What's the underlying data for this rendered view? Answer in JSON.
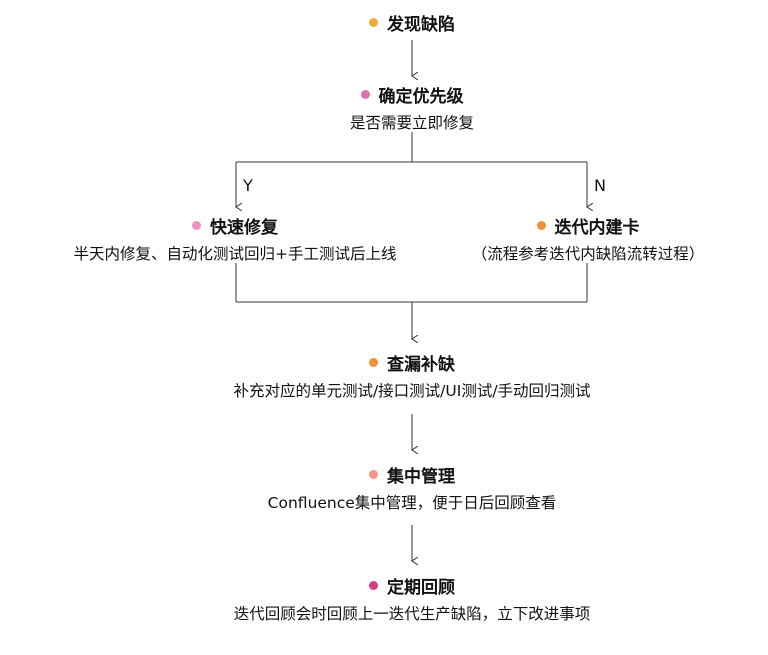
{
  "colors": {
    "discover": "#F2A93B",
    "priority": "#E06FB0",
    "quickfix": "#F090C0",
    "iteration": "#F0913A",
    "patch": "#F0913A",
    "manage": "#F2968A",
    "review": "#D23D86",
    "line": "#333333"
  },
  "nodes": {
    "discover": {
      "title": "发现缺陷"
    },
    "priority": {
      "title": "确定优先级",
      "desc": "是否需要立即修复"
    },
    "quickfix": {
      "title": "快速修复",
      "desc": "半天内修复、自动化测试回归+手工测试后上线"
    },
    "iteration": {
      "title": "迭代内建卡",
      "desc": "（流程参考迭代内缺陷流转过程）"
    },
    "patch": {
      "title": "查漏补缺",
      "desc": "补充对应的单元测试/接口测试/UI测试/手动回归测试"
    },
    "manage": {
      "title": "集中管理",
      "desc": "Confluence集中管理，便于日后回顾查看"
    },
    "review": {
      "title": "定期回顾",
      "desc": "迭代回顾会时回顾上一迭代生产缺陷，立下改进事项"
    }
  },
  "branches": {
    "yes": "Y",
    "no": "N"
  }
}
